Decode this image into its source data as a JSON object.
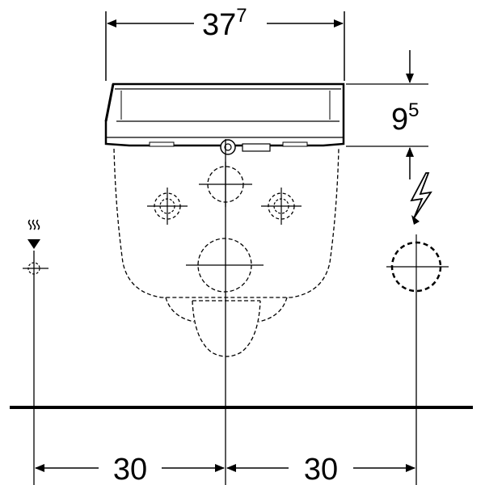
{
  "dimensions": {
    "top_width": {
      "main": "37",
      "sup": "7"
    },
    "right_height": {
      "main": "9",
      "sup": "5"
    },
    "bottom_left": "30",
    "bottom_right": "30"
  },
  "icons": {
    "water_supply": "water-supply-icon",
    "electrical": "lightning-icon"
  },
  "colors": {
    "line": "#000000",
    "background": "#ffffff"
  }
}
